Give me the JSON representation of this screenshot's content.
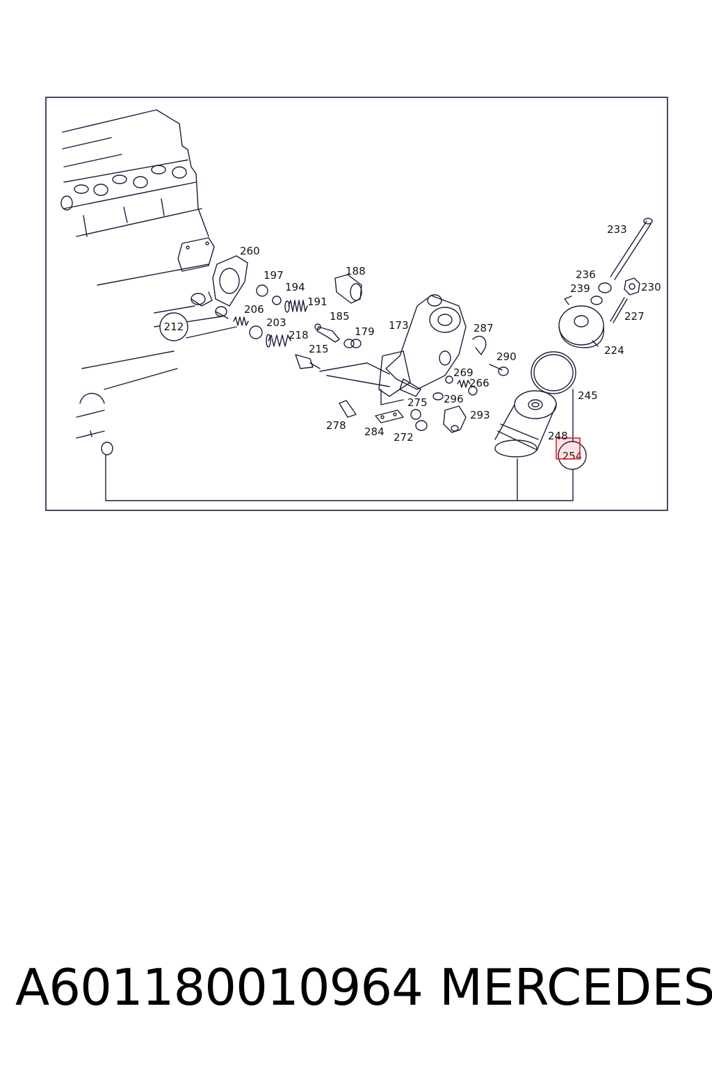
{
  "diagram": {
    "part_labels": [
      {
        "id": "233",
        "text": "233"
      },
      {
        "id": "236",
        "text": "236"
      },
      {
        "id": "239",
        "text": "239"
      },
      {
        "id": "230",
        "text": "230"
      },
      {
        "id": "227",
        "text": "227"
      },
      {
        "id": "224",
        "text": "224"
      },
      {
        "id": "260",
        "text": "260"
      },
      {
        "id": "197",
        "text": "197"
      },
      {
        "id": "194",
        "text": "194"
      },
      {
        "id": "188",
        "text": "188"
      },
      {
        "id": "191",
        "text": "191"
      },
      {
        "id": "206",
        "text": "206"
      },
      {
        "id": "203",
        "text": "203"
      },
      {
        "id": "185",
        "text": "185"
      },
      {
        "id": "179",
        "text": "179"
      },
      {
        "id": "173",
        "text": "173"
      },
      {
        "id": "287",
        "text": "287"
      },
      {
        "id": "218",
        "text": "218"
      },
      {
        "id": "215",
        "text": "215"
      },
      {
        "id": "290",
        "text": "290"
      },
      {
        "id": "269",
        "text": "269"
      },
      {
        "id": "266",
        "text": "266"
      },
      {
        "id": "275",
        "text": "275"
      },
      {
        "id": "296",
        "text": "296"
      },
      {
        "id": "245",
        "text": "245"
      },
      {
        "id": "278",
        "text": "278"
      },
      {
        "id": "293",
        "text": "293"
      },
      {
        "id": "284",
        "text": "284"
      },
      {
        "id": "272",
        "text": "272"
      },
      {
        "id": "248",
        "text": "248"
      }
    ],
    "circled_labels": [
      {
        "id": "212",
        "text": "212"
      },
      {
        "id": "254",
        "text": "254"
      }
    ],
    "highlight": {
      "label": "254",
      "color": "#e0202a"
    },
    "line_color": "#1a1a3a"
  },
  "caption": {
    "part_number": "A601180010964",
    "brand": "MERCEDES"
  }
}
